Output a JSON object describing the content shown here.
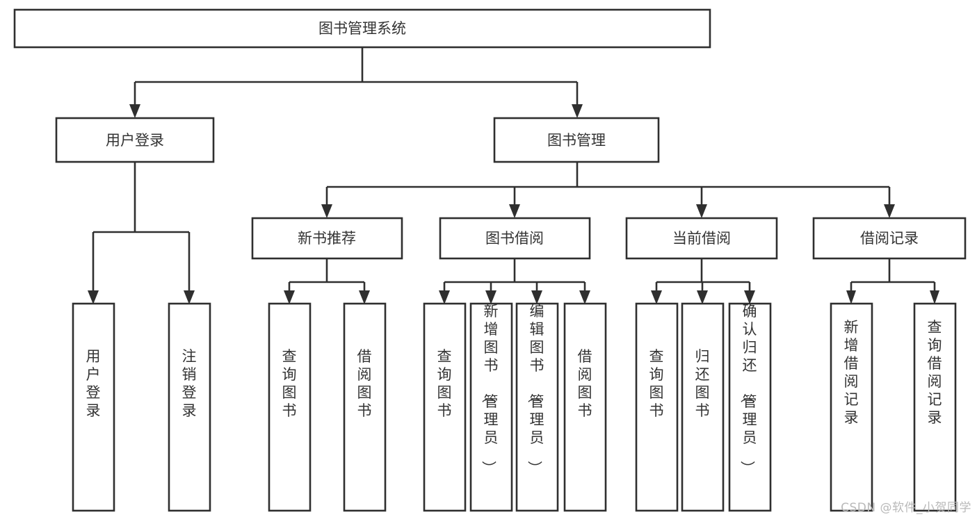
{
  "diagram": {
    "type": "tree-hierarchy",
    "title": "图书管理系统",
    "watermark": "CSDN @软件_小贺同学",
    "colors": {
      "stroke": "#2f2f2f",
      "fill": "#ffffff",
      "text": "#333333",
      "watermark": "#b9b9b9"
    },
    "root": {
      "label": "图书管理系统"
    },
    "level2": [
      {
        "label": "用户登录"
      },
      {
        "label": "图书管理"
      }
    ],
    "level3": [
      {
        "label": "新书推荐"
      },
      {
        "label": "图书借阅"
      },
      {
        "label": "当前借阅"
      },
      {
        "label": "借阅记录"
      }
    ],
    "leaves": {
      "user_login": [
        {
          "label": "用户登录"
        },
        {
          "label": "注销登录"
        }
      ],
      "new_book_recommend": [
        {
          "label": "查询图书"
        },
        {
          "label": "借阅图书"
        }
      ],
      "book_borrow": [
        {
          "label": "查询图书"
        },
        {
          "label": "新增图书（管理员）"
        },
        {
          "label": "编辑图书（管理员）"
        },
        {
          "label": "借阅图书"
        }
      ],
      "current_borrow": [
        {
          "label": "查询图书"
        },
        {
          "label": "归还图书"
        },
        {
          "label": "确认归还（管理员）"
        }
      ],
      "borrow_records": [
        {
          "label": "新增借阅记录"
        },
        {
          "label": "查询借阅记录"
        }
      ]
    }
  }
}
